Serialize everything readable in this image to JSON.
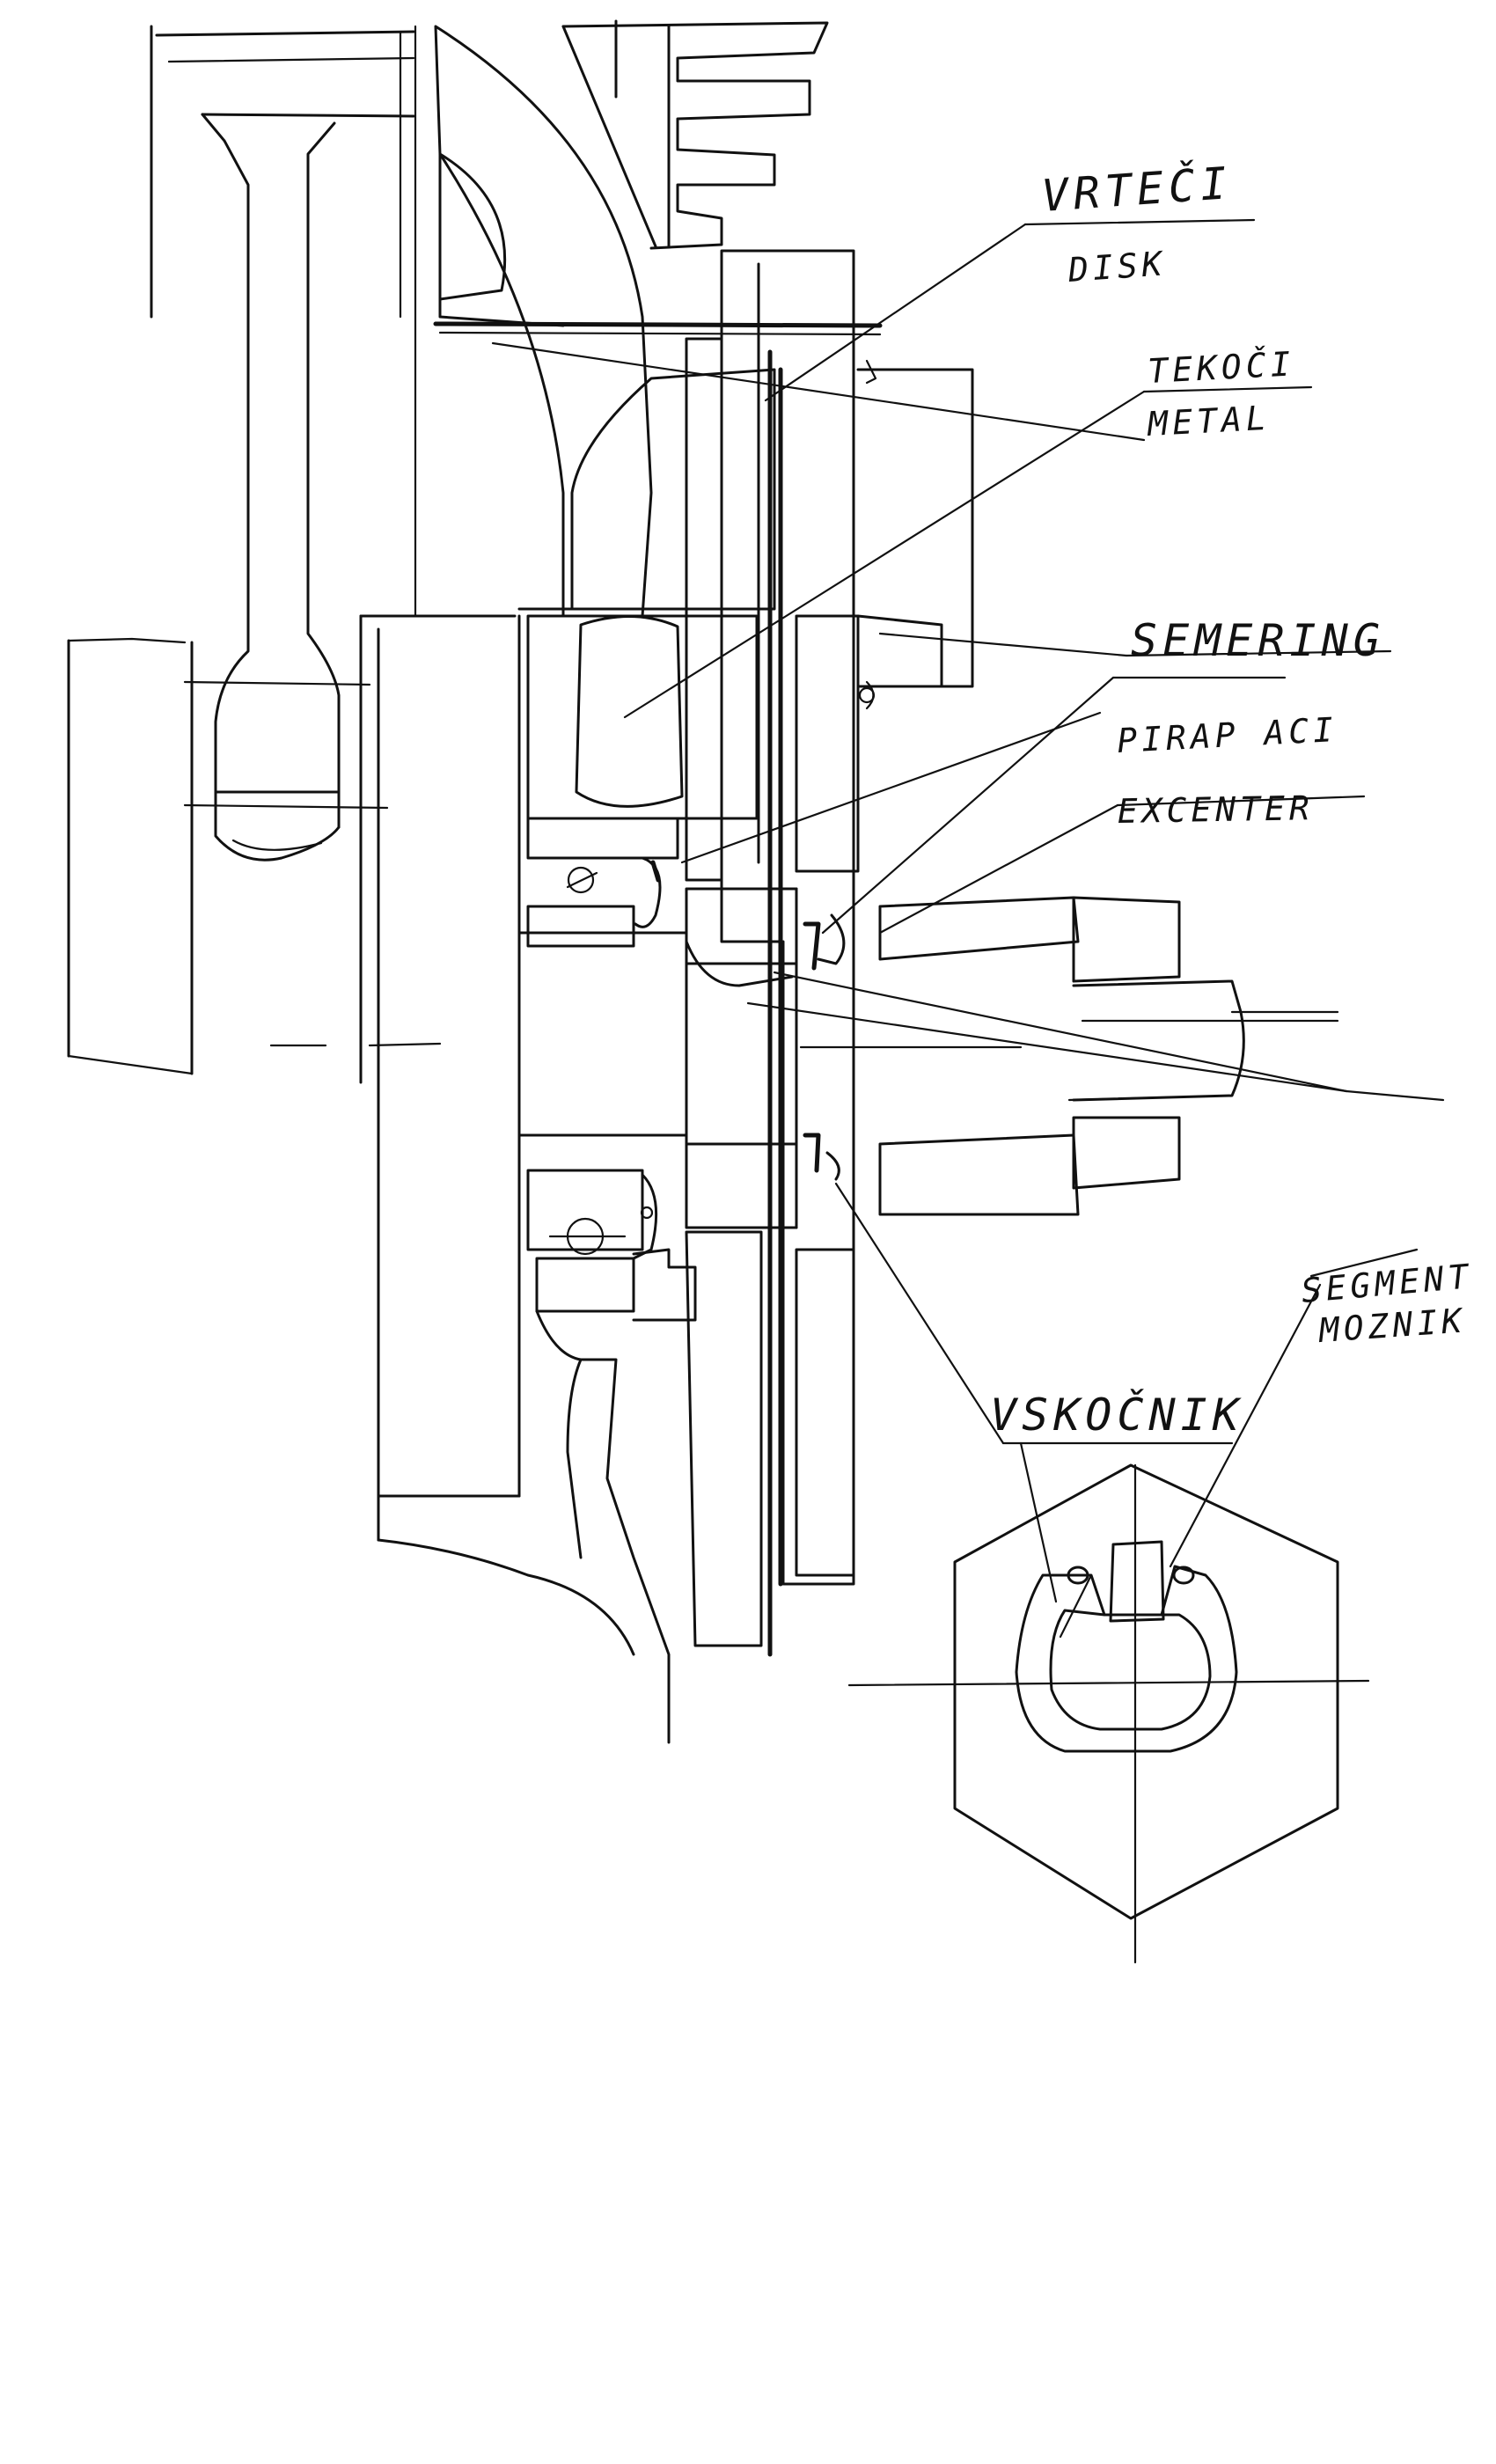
{
  "labels": {
    "vrteci": "VRTEČI",
    "disk": "DISK",
    "tekoci": "TEKOČI",
    "metal": "METAL",
    "semering": "SEMERING",
    "pirap_aci": "PIRAP ACI",
    "excenter": "EXCENTER",
    "segment": "SEGMENT",
    "moznik": "MOZNIK",
    "vskocnik": "VSKOČNIK"
  },
  "colors": {
    "ink": "#111111",
    "paper": "#ffffff"
  }
}
